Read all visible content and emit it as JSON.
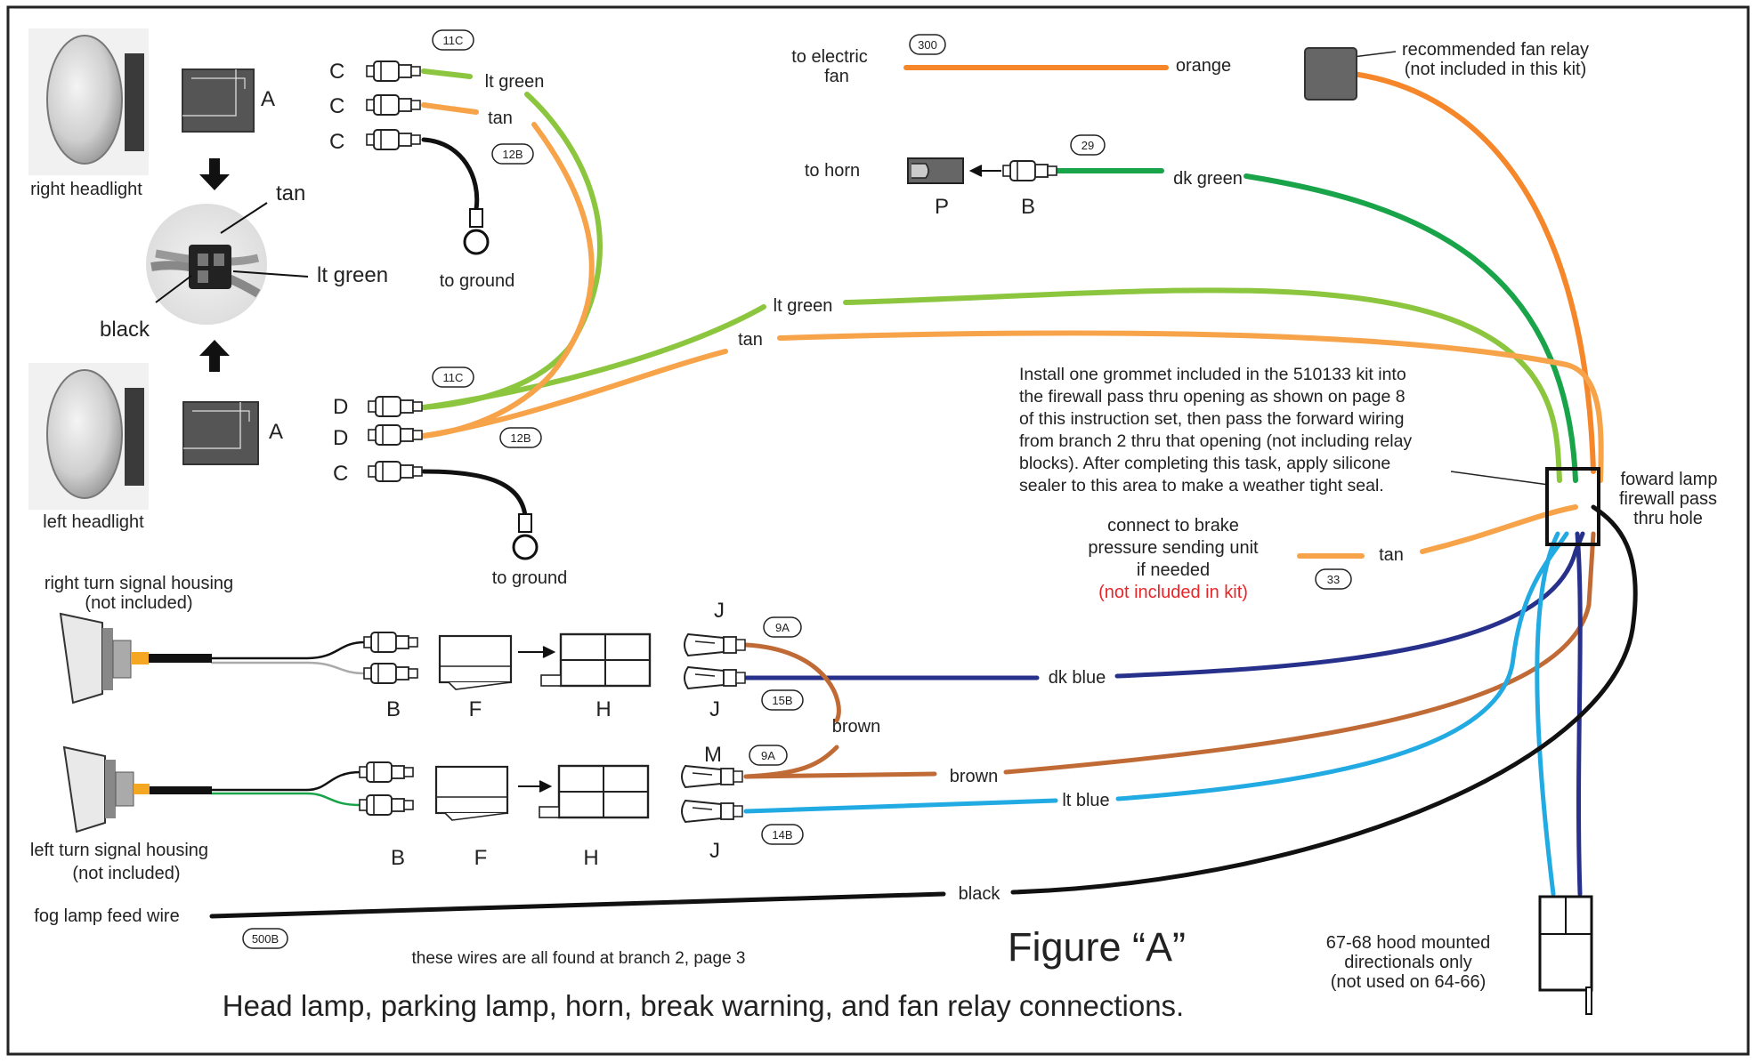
{
  "figure": {
    "title": "Figure “A”",
    "caption": "Head lamp, parking lamp, horn, break warning, and fan relay connections.",
    "note": "these wires are all found at branch 2, page 3"
  },
  "colors": {
    "lt_green": "#8cc63f",
    "tan": "#f7a34a",
    "orange": "#f5872a",
    "dk_green": "#19a44a",
    "black": "#111111",
    "dk_blue": "#27318b",
    "brown": "#c06a36",
    "lt_blue": "#22aae2",
    "warning_red": "#e8262a"
  },
  "headlights": {
    "right_label": "right headlight",
    "left_label": "left headlight",
    "connector_letter": "A",
    "photo_labels": [
      "tan",
      "lt green",
      "black"
    ]
  },
  "connectors": {
    "c_top": [
      "C",
      "C",
      "C"
    ],
    "d_group": [
      "D",
      "D",
      "C"
    ],
    "b": "B",
    "f": "F",
    "h": "H",
    "j": "J",
    "m": "M",
    "p": "P"
  },
  "tags": {
    "t300": "300",
    "t29": "29",
    "t11c": "11C",
    "t12b": "12B",
    "t9a": "9A",
    "t15b": "15B",
    "t14b": "14B",
    "t33": "33",
    "t500b": "500B"
  },
  "wire_labels": {
    "lt_green": "lt green",
    "tan": "tan",
    "orange": "orange",
    "dk_green": "dk green",
    "dk_blue": "dk blue",
    "brown": "brown",
    "lt_blue": "lt blue",
    "black": "black",
    "to_ground": "to ground"
  },
  "labels": {
    "to_electric_fan": [
      "to electric",
      "fan"
    ],
    "to_horn": "to horn",
    "fan_relay": [
      "recommended fan relay",
      "(not included in this kit)"
    ],
    "firewall_hole": [
      "foward lamp",
      "firewall pass",
      "thru hole"
    ],
    "right_turn": [
      "right turn signal housing",
      "(not included)"
    ],
    "left_turn": [
      "left turn signal housing",
      "(not included)"
    ],
    "brake": [
      "connect to brake",
      "pressure sending unit",
      "if needed"
    ],
    "brake_warning": "(not included in kit)",
    "fog_lamp": "fog lamp feed wire",
    "hood_directionals": [
      "67-68 hood mounted",
      "directionals only",
      "(not used on 64-66)"
    ]
  },
  "instruction": [
    "Install one grommet included in the 510133 kit into",
    "the firewall pass thru opening as shown on page 8",
    "of this instruction set, then pass the forward wiring",
    "from branch 2 thru that opening (not including relay",
    "blocks). After completing this task, apply silicone",
    "sealer to this area to make a weather tight seal."
  ]
}
